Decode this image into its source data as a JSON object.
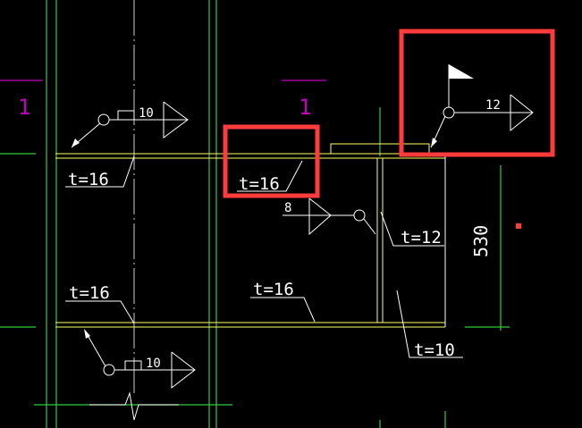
{
  "colors": {
    "background": "#000000",
    "column_lines": "#2ecc40",
    "beam_lines": "#ffff66",
    "annotation": "#ffffff",
    "section_marker": "#c000c0",
    "highlight": "#ff3b3b"
  },
  "section_marks": [
    {
      "label": "1"
    },
    {
      "label": "1"
    }
  ],
  "weld_symbols": [
    {
      "size": "10",
      "icon": "fillet-weld-icon"
    },
    {
      "size": "12",
      "icon": "field-weld-flag-icon"
    },
    {
      "size": "8",
      "icon": "fillet-weld-icon"
    },
    {
      "size": "10",
      "icon": "fillet-weld-icon"
    }
  ],
  "thickness_labels": [
    {
      "text": "t=16"
    },
    {
      "text": "t=16"
    },
    {
      "text": "t=12"
    },
    {
      "text": "t=16"
    },
    {
      "text": "t=16"
    },
    {
      "text": "t=10"
    }
  ],
  "dimension": {
    "value": "530"
  },
  "highlights": [
    {
      "name": "highlight-box-thickness"
    },
    {
      "name": "highlight-box-weld"
    }
  ]
}
